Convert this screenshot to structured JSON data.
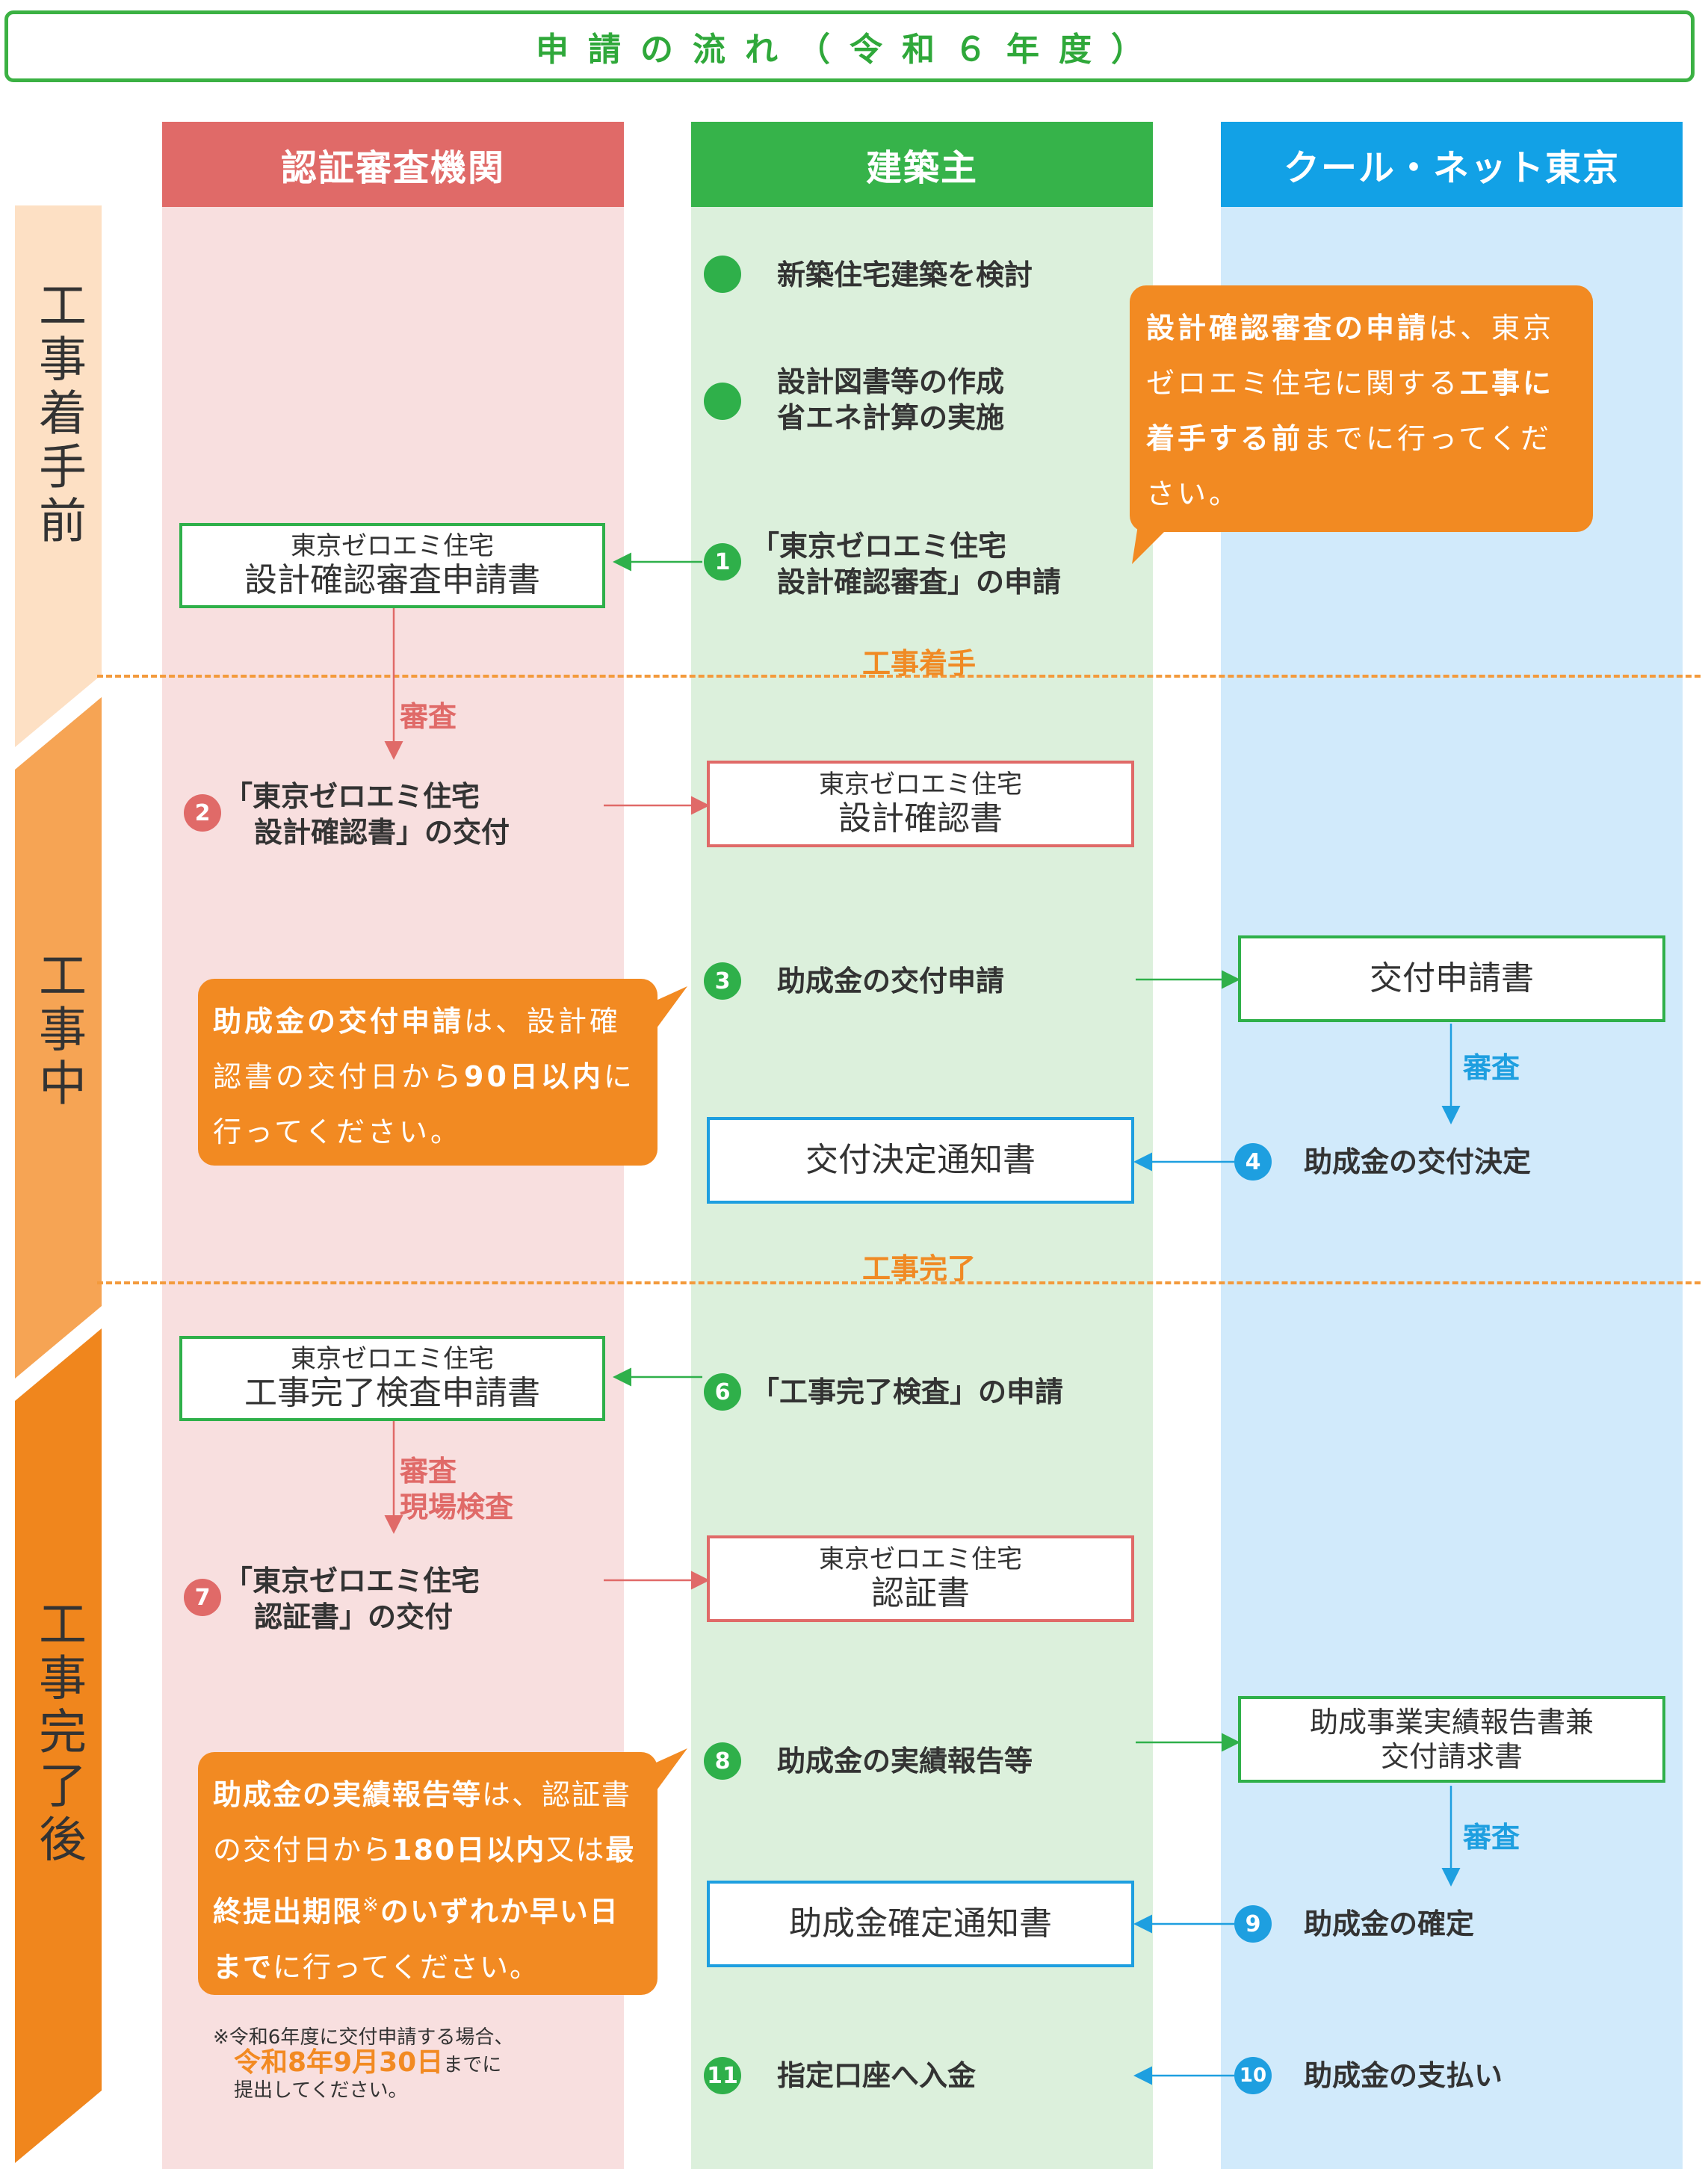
{
  "title": "申請の流れ（令和６年度）",
  "columns": {
    "agency": "認証審査機関",
    "builder": "建築主",
    "coolnet": "クール・ネット東京"
  },
  "phases": {
    "before": "工事着手前",
    "during": "工事中",
    "after": "工事完了後"
  },
  "dividers": {
    "start": "工事着手",
    "complete": "工事完了"
  },
  "steps": {
    "consider": "新築住宅建築を検討",
    "prepare_1": "設計図書等の作成",
    "prepare_2": "省エネ計算の実施",
    "s1_num": "1",
    "s1_line1": "「東京ゼロエミ住宅",
    "s1_line2": "設計確認審査」の申請",
    "s2_num": "2",
    "s2_line1": "「東京ゼロエミ住宅",
    "s2_line2": "設計確認書」の交付",
    "s3_num": "3",
    "s3_text": "助成金の交付申請",
    "s4_num": "4",
    "s4_text": "助成金の交付決定",
    "s6_num": "6",
    "s6_text": "「工事完了検査」の申請",
    "s7_num": "7",
    "s7_line1": "「東京ゼロエミ住宅",
    "s7_line2": "認証書」の交付",
    "s8_num": "8",
    "s8_text": "助成金の実績報告等",
    "s9_num": "9",
    "s9_text": "助成金の確定",
    "s10_num": "10",
    "s10_text": "助成金の支払い",
    "s11_num": "11",
    "s11_text": "指定口座へ入金"
  },
  "documents": {
    "design_app_small": "東京ゼロエミ住宅",
    "design_app_big": "設計確認審査申請書",
    "design_cert_small": "東京ゼロエミ住宅",
    "design_cert_big": "設計確認書",
    "grant_app": "交付申請書",
    "grant_decision": "交付決定通知書",
    "inspect_app_small": "東京ゼロエミ住宅",
    "inspect_app_big": "工事完了検査申請書",
    "cert_small": "東京ゼロエミ住宅",
    "cert_big": "認証書",
    "report_line1": "助成事業実績報告書兼",
    "report_line2": "交付請求書",
    "final_notice": "助成金確定通知書"
  },
  "reviews": {
    "review": "審査",
    "site_inspection": "現場検査"
  },
  "notes": {
    "n1_b1": "設計確認審査の申請",
    "n1_t1": "は、東京ゼロエミ住宅に関する",
    "n1_b2": "工事に着手する前",
    "n1_t2": "までに行ってください。",
    "n2_b1": "助成金の交付申請",
    "n2_t1": "は、設計確認書の交付日から",
    "n2_b2": "90日以内",
    "n2_t2": "に行ってください。",
    "n3_b1": "助成金の実績報告等",
    "n3_t1": "は、認証書の交付日から",
    "n3_b2": "180日以内",
    "n3_t2": "又は",
    "n3_b3": "最終提出期限",
    "n3_sup": "※",
    "n3_b4": "のいずれか早い日まで",
    "n3_t3": "に行ってください。"
  },
  "footnote": {
    "line1": "※令和6年度に交付申請する場合、",
    "date": "令和8年9月30日",
    "line2_tail": "までに",
    "line3": "提出してください。"
  },
  "colors": {
    "green": "#2fb04a",
    "red": "#e06a68",
    "blue": "#1e9fe0",
    "orange": "#f28a22"
  }
}
